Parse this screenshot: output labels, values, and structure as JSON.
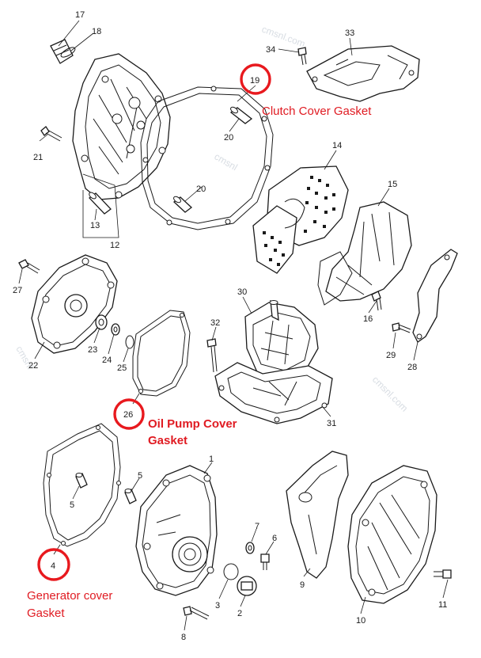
{
  "callouts": [
    {
      "number": "17"
    },
    {
      "number": "18"
    },
    {
      "number": "19"
    },
    {
      "number": "20"
    },
    {
      "number": "20"
    },
    {
      "number": "21"
    },
    {
      "number": "13"
    },
    {
      "number": "12"
    },
    {
      "number": "34"
    },
    {
      "number": "33"
    },
    {
      "number": "14"
    },
    {
      "number": "15"
    },
    {
      "number": "16"
    },
    {
      "number": "27"
    },
    {
      "number": "23"
    },
    {
      "number": "24"
    },
    {
      "number": "25"
    },
    {
      "number": "22"
    },
    {
      "number": "26"
    },
    {
      "number": "30"
    },
    {
      "number": "32"
    },
    {
      "number": "31"
    },
    {
      "number": "29"
    },
    {
      "number": "28"
    },
    {
      "number": "1"
    },
    {
      "number": "5"
    },
    {
      "number": "5"
    },
    {
      "number": "4"
    },
    {
      "number": "7"
    },
    {
      "number": "6"
    },
    {
      "number": "3"
    },
    {
      "number": "2"
    },
    {
      "number": "8"
    },
    {
      "number": "9"
    },
    {
      "number": "10"
    },
    {
      "number": "11"
    }
  ],
  "highlights": {
    "clutch": {
      "label": "Clutch Cover Gasket",
      "color": "#e8191e"
    },
    "oil_pump": {
      "line1": "Oil Pump Cover",
      "line2": "Gasket",
      "color": "#e8191e"
    },
    "generator": {
      "line1": "Generator cover",
      "line2": "Gasket",
      "color": "#e8191e"
    }
  }
}
